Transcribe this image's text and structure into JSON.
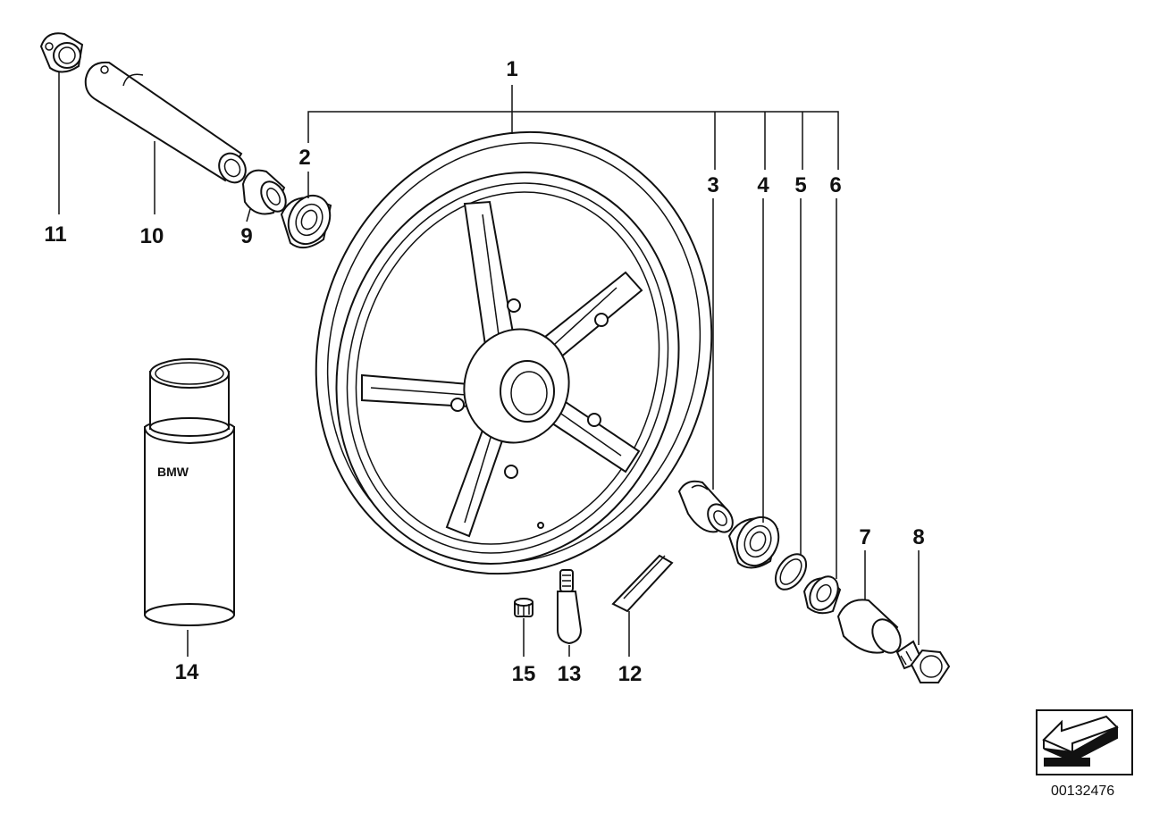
{
  "diagram": {
    "callouts": [
      "1",
      "2",
      "3",
      "4",
      "5",
      "6",
      "7",
      "8",
      "9",
      "10",
      "11",
      "12",
      "13",
      "14",
      "15"
    ],
    "can_label": "BMW",
    "document_number": "00132476"
  }
}
